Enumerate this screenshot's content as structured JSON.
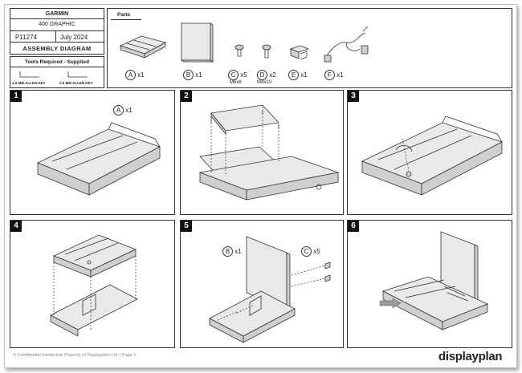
{
  "title_block": {
    "brand": "GARMIN",
    "model": "400 GRAPHIC",
    "part_number": "P11274",
    "date": "July 2024",
    "doc_title": "ASSEMBLY DIAGRAM"
  },
  "tools": {
    "heading": "Tools Required - Supplied",
    "items": [
      "4.0 MM ALLEN KEY",
      "2.5 MM ALLEN KEY"
    ]
  },
  "parts": {
    "heading": "Parts",
    "items": [
      {
        "letter": "A",
        "qty": "x1",
        "size": ""
      },
      {
        "letter": "B",
        "qty": "x1",
        "size": ""
      },
      {
        "letter": "C",
        "qty": "x5",
        "size": "M6x8"
      },
      {
        "letter": "D",
        "qty": "x2",
        "size": "M4x10"
      },
      {
        "letter": "E",
        "qty": "x1",
        "size": ""
      },
      {
        "letter": "F",
        "qty": "x1",
        "size": ""
      }
    ]
  },
  "steps": [
    {
      "number": "1",
      "callouts": [
        {
          "letter": "A",
          "qty": "x1"
        }
      ]
    },
    {
      "number": "2",
      "callouts": []
    },
    {
      "number": "3",
      "callouts": []
    },
    {
      "number": "4",
      "callouts": []
    },
    {
      "number": "5",
      "callouts": [
        {
          "letter": "B",
          "qty": "x1"
        },
        {
          "letter": "C",
          "qty": "x5"
        }
      ]
    },
    {
      "number": "6",
      "callouts": []
    }
  ],
  "footer": {
    "confidential": "© Confidential Intellectual Property of Displayplan Ltd. | Page 1",
    "logo": "displayplan"
  },
  "icons": [
    "allen-key-icon",
    "screw-icon",
    "bracket-icon",
    "power-cable-icon",
    "arrow-icon"
  ]
}
